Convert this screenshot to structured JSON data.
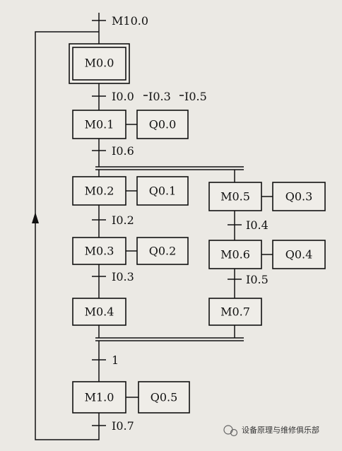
{
  "diagram": {
    "initial_step": "M0.0",
    "steps": {
      "m01": "M0.1",
      "m02": "M0.2",
      "m03": "M0.3",
      "m04": "M0.4",
      "m05": "M0.5",
      "m06": "M0.6",
      "m07": "M0.7",
      "m10": "M1.0"
    },
    "actions": {
      "q00": "Q0.0",
      "q01": "Q0.1",
      "q02": "Q0.2",
      "q03": "Q0.3",
      "q04": "Q0.4",
      "q05": "Q0.5"
    },
    "transitions": {
      "top": "M10.0",
      "t1a": "I0.0",
      "t1b": "I0.3",
      "t1c": "I0.5",
      "t2": "I0.6",
      "t3": "I0.2",
      "t4": "I0.3",
      "t5": "I0.4",
      "t6": "I0.5",
      "t7": "1",
      "t8": "I0.7"
    }
  },
  "watermark": "设备原理与维修俱乐部"
}
